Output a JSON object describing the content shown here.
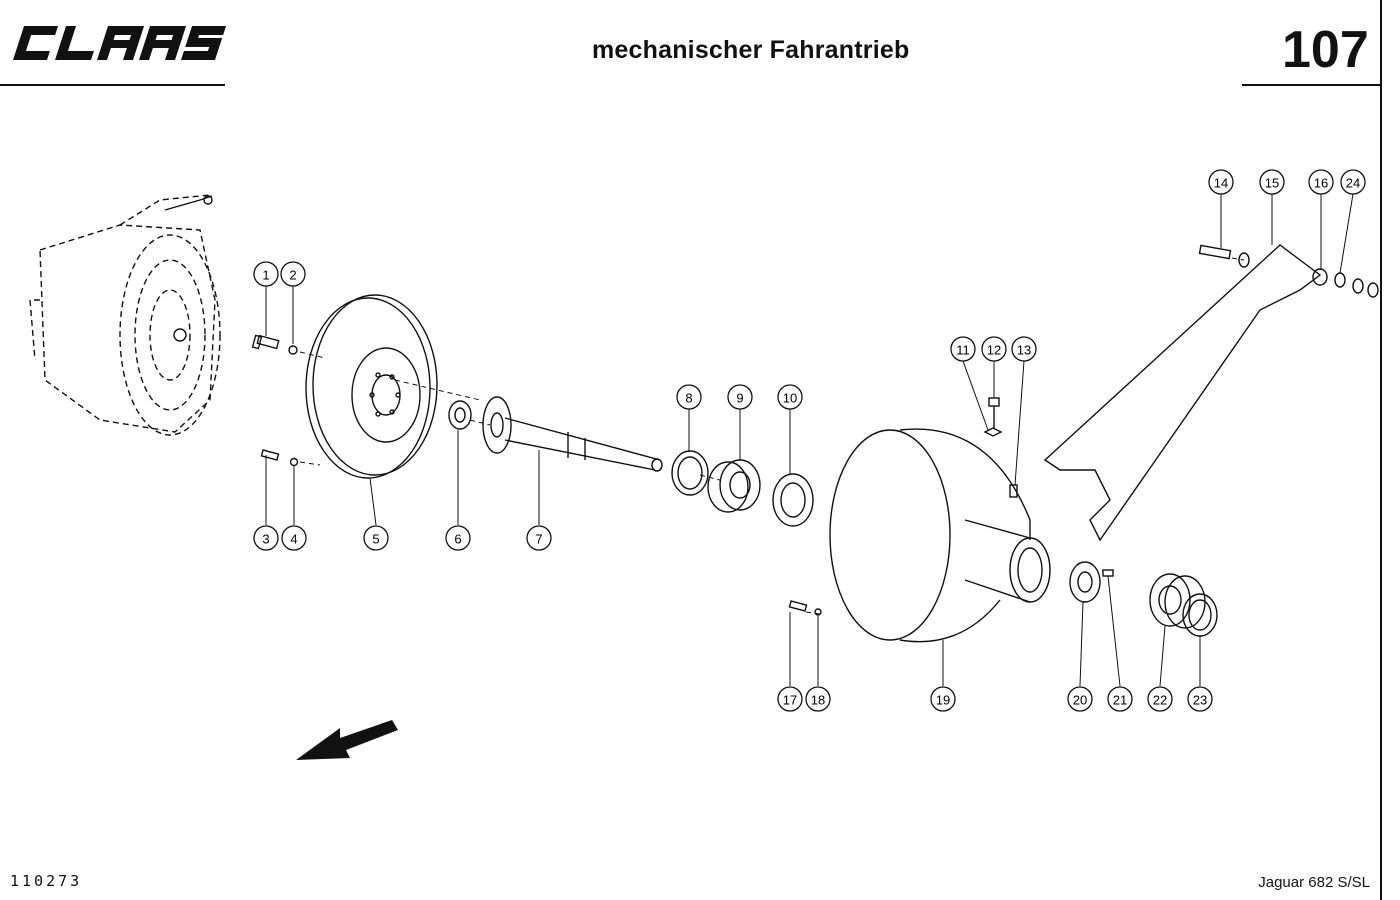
{
  "header": {
    "brand": "CLAAS",
    "title": "mechanischer Fahrantrieb",
    "page_number": "107"
  },
  "footer": {
    "drawing_number": "110273",
    "model": "Jaguar 682 S/SL"
  },
  "callouts": [
    "1",
    "2",
    "3",
    "4",
    "5",
    "6",
    "7",
    "8",
    "9",
    "10",
    "11",
    "12",
    "13",
    "14",
    "15",
    "16",
    "17",
    "18",
    "19",
    "20",
    "21",
    "22",
    "23",
    "24"
  ],
  "icons": {
    "direction_arrow": "arrow-down-left-icon"
  }
}
